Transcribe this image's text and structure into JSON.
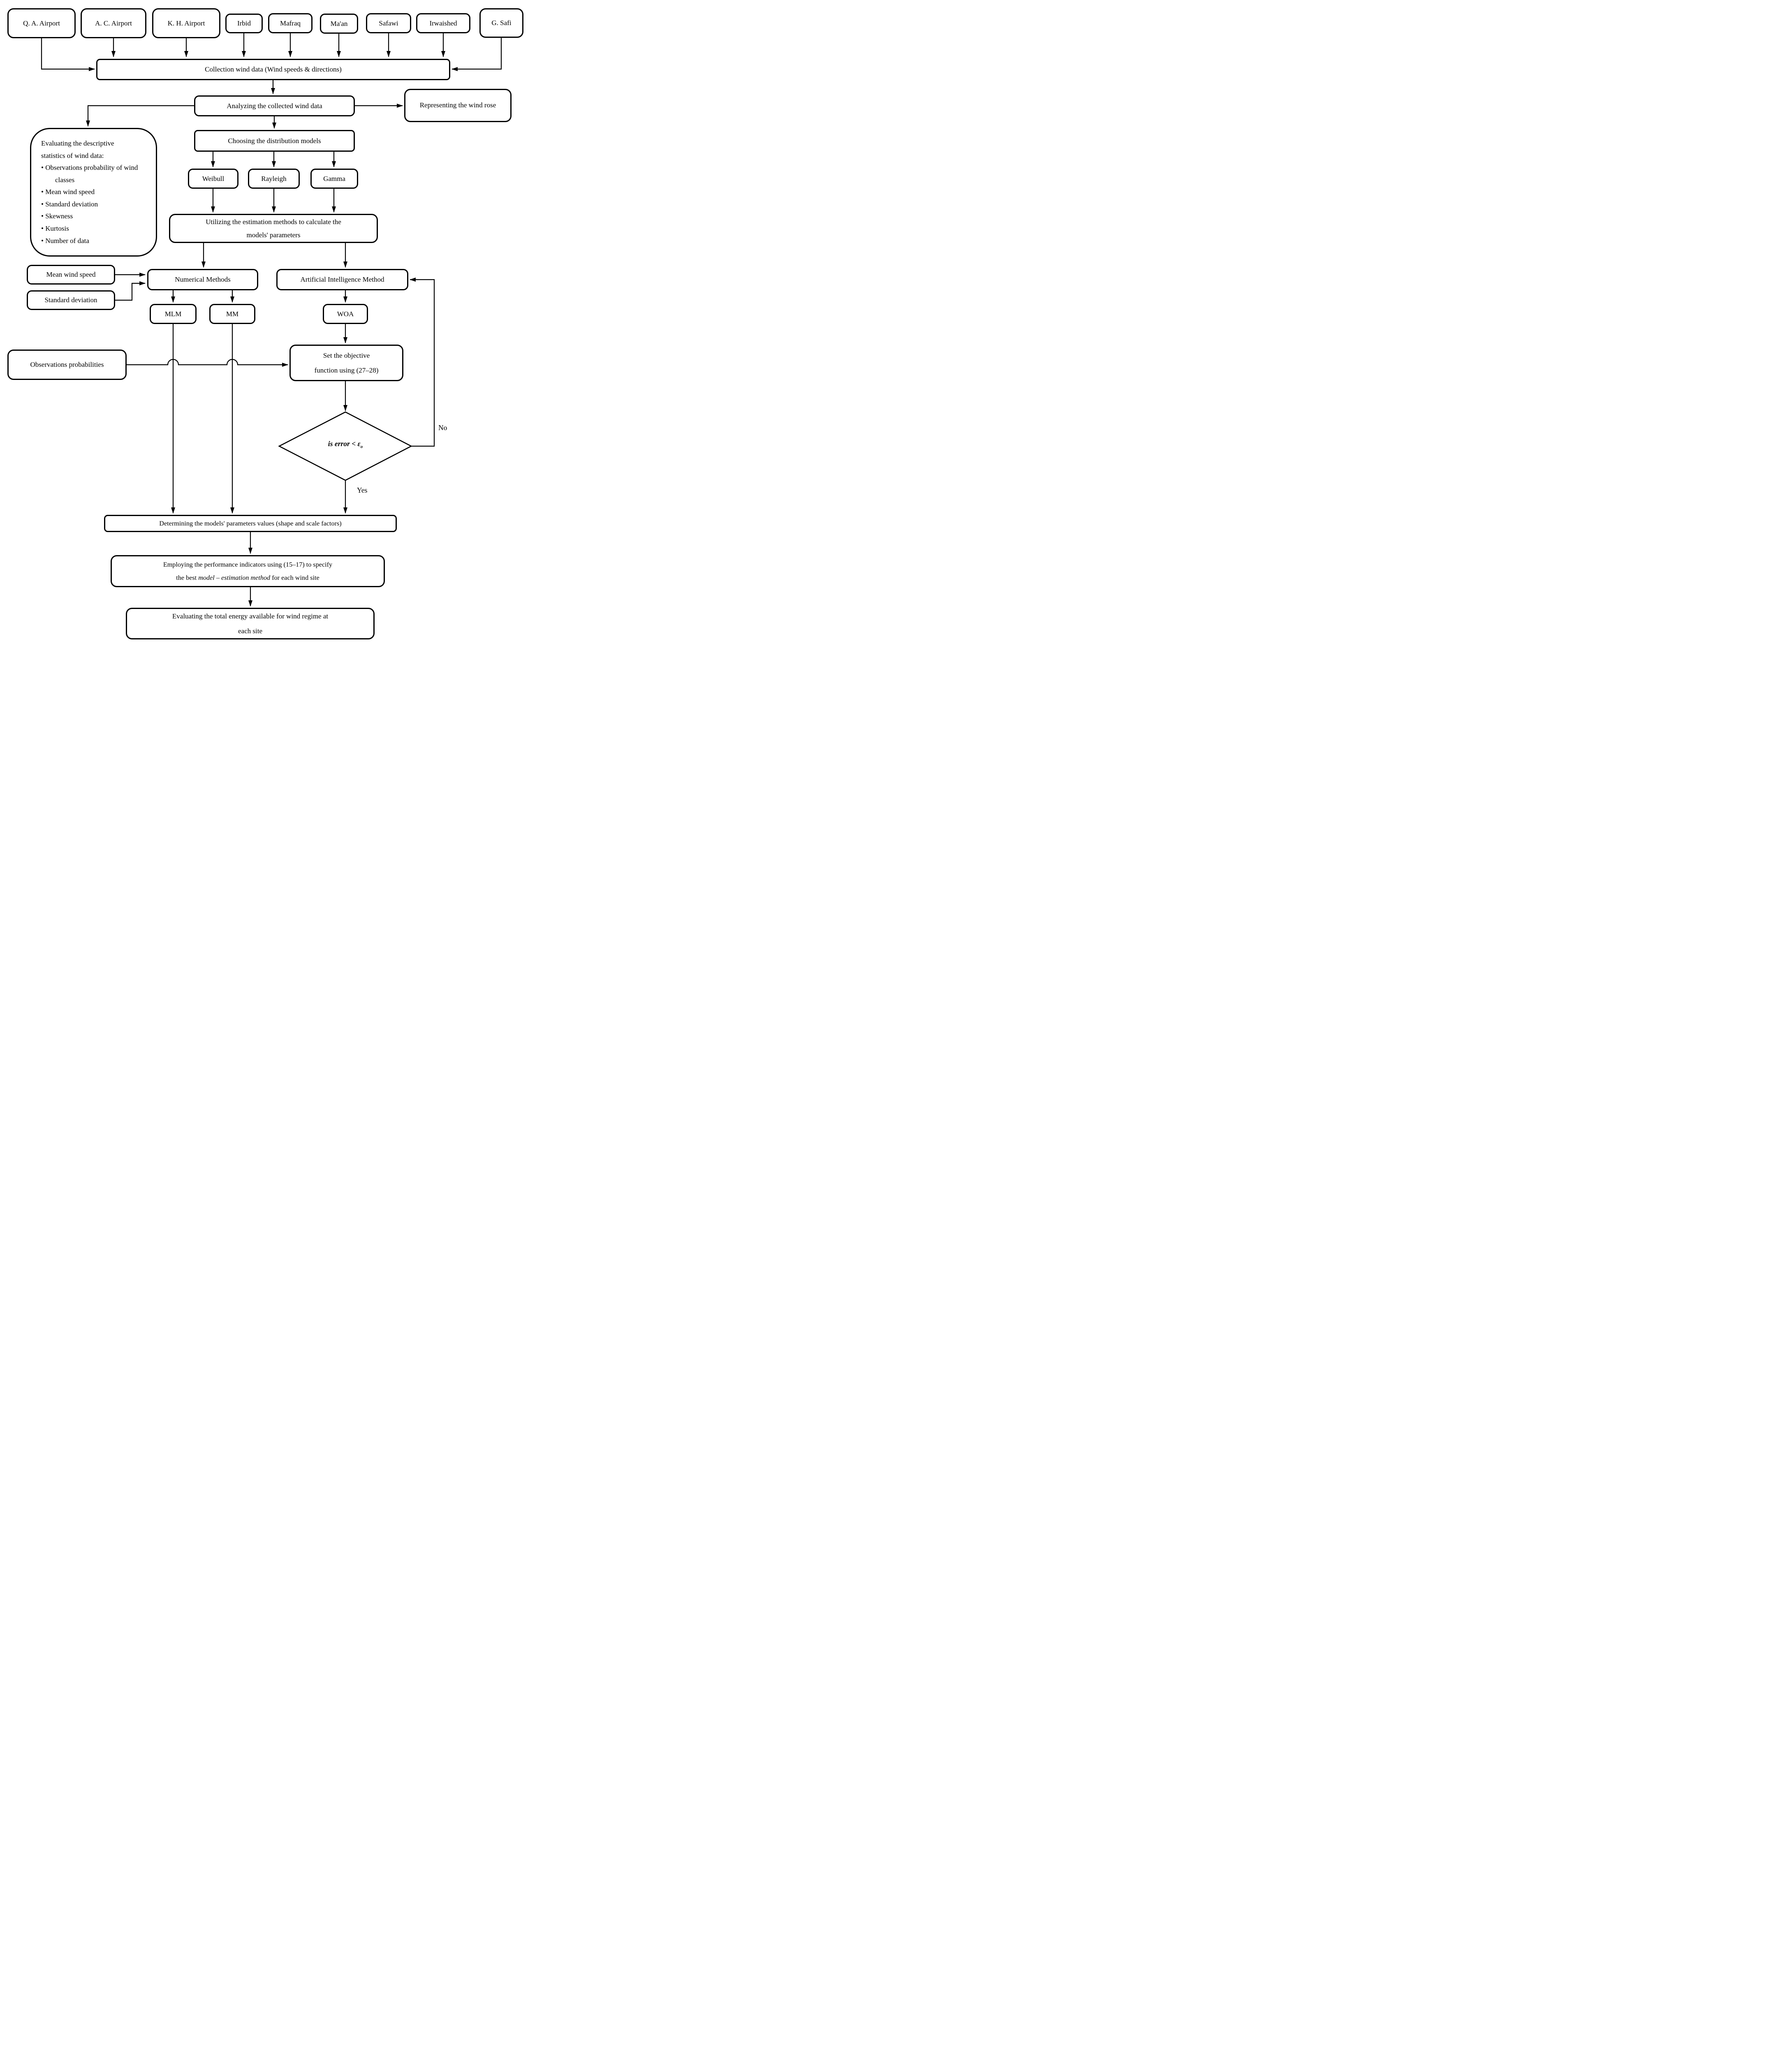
{
  "colors": {
    "stroke": "#000000",
    "background": "#ffffff"
  },
  "sources": [
    {
      "label": "Q. A. Airport"
    },
    {
      "label": "A. C. Airport"
    },
    {
      "label": "K. H. Airport"
    },
    {
      "label": "Irbid"
    },
    {
      "label": "Mafraq"
    },
    {
      "label": "Ma'an"
    },
    {
      "label": "Safawi"
    },
    {
      "label": "Irwaished"
    },
    {
      "label": "G. Safi"
    }
  ],
  "collection": {
    "label": "Collection wind data (Wind speeds & directions)"
  },
  "analyzing": {
    "label": "Analyzing the collected wind data"
  },
  "representing": {
    "label": "Representing the wind rose"
  },
  "stats": {
    "title1": "Evaluating the descriptive",
    "title2": "statistics of wind data:",
    "bullets": [
      "Observations probability of wind classes",
      "Mean wind speed",
      "Standard deviation",
      "Skewness",
      "Kurtosis",
      "Number of data"
    ]
  },
  "choosing": {
    "label": "Choosing the distribution models"
  },
  "models": [
    {
      "label": "Weibull"
    },
    {
      "label": "Rayleigh"
    },
    {
      "label": "Gamma"
    }
  ],
  "utilizing": {
    "line1": "Utilizing the estimation methods to calculate the",
    "line2": "models' parameters"
  },
  "numerical": {
    "label": "Numerical Methods"
  },
  "ai": {
    "label": "Artificial Intelligence Method"
  },
  "inputs": {
    "mean": "Mean wind speed",
    "std": "Standard deviation",
    "observations": "Observations probabilities"
  },
  "methods": {
    "mlm": "MLM",
    "mm": "MM",
    "woa": "WOA"
  },
  "set_objective": {
    "line1": "Set the objective",
    "line2": "function using (27–28)"
  },
  "decision": {
    "text": "is error < ε",
    "sub": "o"
  },
  "branch": {
    "yes": "Yes",
    "no": "No"
  },
  "determining": {
    "label": "Determining the models' parameters values (shape and scale factors)"
  },
  "employing": {
    "line1": "Employing the performance indicators using (15–17) to specify",
    "line2_prefix": "the best ",
    "line2_italic": "model – estimation method",
    "line2_suffix": " for each wind site"
  },
  "evaluating": {
    "line1": "Evaluating the total energy available for wind regime at",
    "line2": "each site"
  }
}
